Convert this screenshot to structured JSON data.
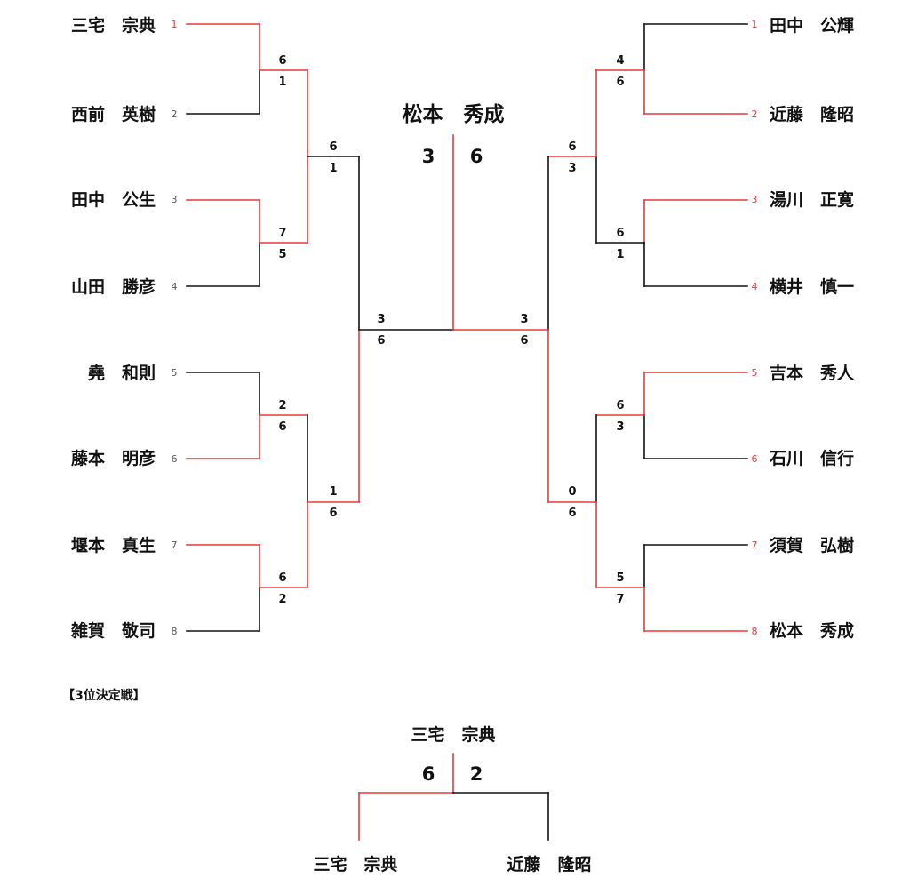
{
  "colors": {
    "winner": "#e8383d",
    "loser": "#111111"
  },
  "bracket": {
    "left": [
      {
        "seed": "1",
        "name": "三宅　宗典"
      },
      {
        "seed": "2",
        "name": "西前　英樹"
      },
      {
        "seed": "3",
        "name": "田中　公生"
      },
      {
        "seed": "4",
        "name": "山田　勝彦"
      },
      {
        "seed": "5",
        "name": "堯　和則"
      },
      {
        "seed": "6",
        "name": "藤本　明彦"
      },
      {
        "seed": "7",
        "name": "堰本　真生"
      },
      {
        "seed": "8",
        "name": "雑賀　敬司"
      }
    ],
    "right": [
      {
        "seed": "1",
        "name": "田中　公輝"
      },
      {
        "seed": "2",
        "name": "近藤　隆昭"
      },
      {
        "seed": "3",
        "name": "湯川　正寛"
      },
      {
        "seed": "4",
        "name": "横井　慎一"
      },
      {
        "seed": "5",
        "name": "吉本　秀人"
      },
      {
        "seed": "6",
        "name": "石川　信行"
      },
      {
        "seed": "7",
        "name": "須賀　弘樹"
      },
      {
        "seed": "8",
        "name": "松本　秀成"
      }
    ],
    "left_r1": [
      {
        "top": "6",
        "bottom": "1"
      },
      {
        "top": "7",
        "bottom": "5"
      },
      {
        "top": "2",
        "bottom": "6"
      },
      {
        "top": "6",
        "bottom": "2"
      }
    ],
    "left_r2": [
      {
        "top": "6",
        "bottom": "1"
      },
      {
        "top": "1",
        "bottom": "6"
      }
    ],
    "left_r3": {
      "top": "3",
      "bottom": "6"
    },
    "right_r1": [
      {
        "top": "4",
        "bottom": "6"
      },
      {
        "top": "6",
        "bottom": "1"
      },
      {
        "top": "6",
        "bottom": "3"
      },
      {
        "top": "5",
        "bottom": "7"
      }
    ],
    "right_r2": [
      {
        "top": "6",
        "bottom": "3"
      },
      {
        "top": "0",
        "bottom": "6"
      }
    ],
    "right_r3": {
      "top": "3",
      "bottom": "6"
    },
    "final": {
      "champion": "松本　秀成",
      "left_score": "3",
      "right_score": "6"
    }
  },
  "third_place": {
    "title": "【3位決定戦】",
    "winner": "三宅　宗典",
    "left_score": "6",
    "right_score": "2",
    "left_player": "三宅　宗典",
    "right_player": "近藤　隆昭"
  }
}
